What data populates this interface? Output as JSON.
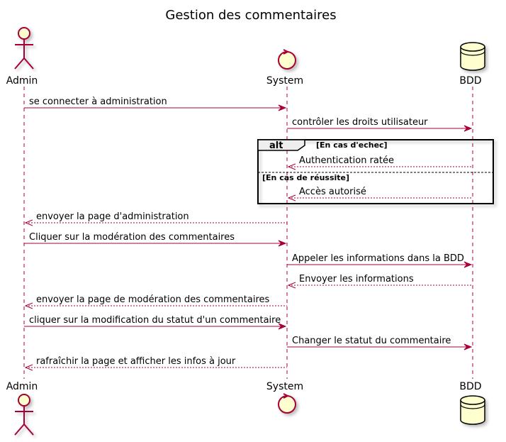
{
  "title": "Gestion des commentaires",
  "colors": {
    "arrow": "#a80036",
    "participant_fill": "#fefece",
    "participant_stroke": "#a80036",
    "lifeline": "#a80036",
    "alt_header": "#eeeeee",
    "text": "#000000"
  },
  "participants": [
    {
      "id": "admin",
      "name": "Admin",
      "kind": "actor",
      "icon": "actor-icon"
    },
    {
      "id": "system",
      "name": "System",
      "kind": "control",
      "icon": "control-icon"
    },
    {
      "id": "bdd",
      "name": "BDD",
      "kind": "database",
      "icon": "database-icon"
    }
  ],
  "alt_fragment": {
    "keyword": "alt",
    "guards": [
      "[En cas d'echec]",
      "[En cas de réussite]"
    ]
  },
  "messages": [
    {
      "from": "admin",
      "to": "system",
      "label": "se connecter à administration",
      "style": "solid"
    },
    {
      "from": "system",
      "to": "bdd",
      "label": "contrôler les droits utilisateur",
      "style": "solid"
    },
    {
      "from": "bdd",
      "to": "system",
      "label": "Authentication ratée",
      "style": "dashed"
    },
    {
      "from": "bdd",
      "to": "system",
      "label": "Accès autorisé",
      "style": "dashed"
    },
    {
      "from": "system",
      "to": "admin",
      "label": "envoyer la page d'administration",
      "style": "dashed"
    },
    {
      "from": "admin",
      "to": "system",
      "label": "Cliquer sur la modération des commentaires",
      "style": "solid"
    },
    {
      "from": "system",
      "to": "bdd",
      "label": "Appeler les informations dans la BDD",
      "style": "solid"
    },
    {
      "from": "bdd",
      "to": "system",
      "label": "Envoyer les informations",
      "style": "dashed"
    },
    {
      "from": "system",
      "to": "admin",
      "label": "envoyer la page de modération des commentaires",
      "style": "dashed"
    },
    {
      "from": "admin",
      "to": "system",
      "label": "cliquer sur la modification du statut d'un commentaire",
      "style": "solid"
    },
    {
      "from": "system",
      "to": "bdd",
      "label": "Changer le statut du commentaire",
      "style": "solid"
    },
    {
      "from": "system",
      "to": "admin",
      "label": "rafraîchir la page et afficher les infos à jour",
      "style": "dashed"
    }
  ]
}
